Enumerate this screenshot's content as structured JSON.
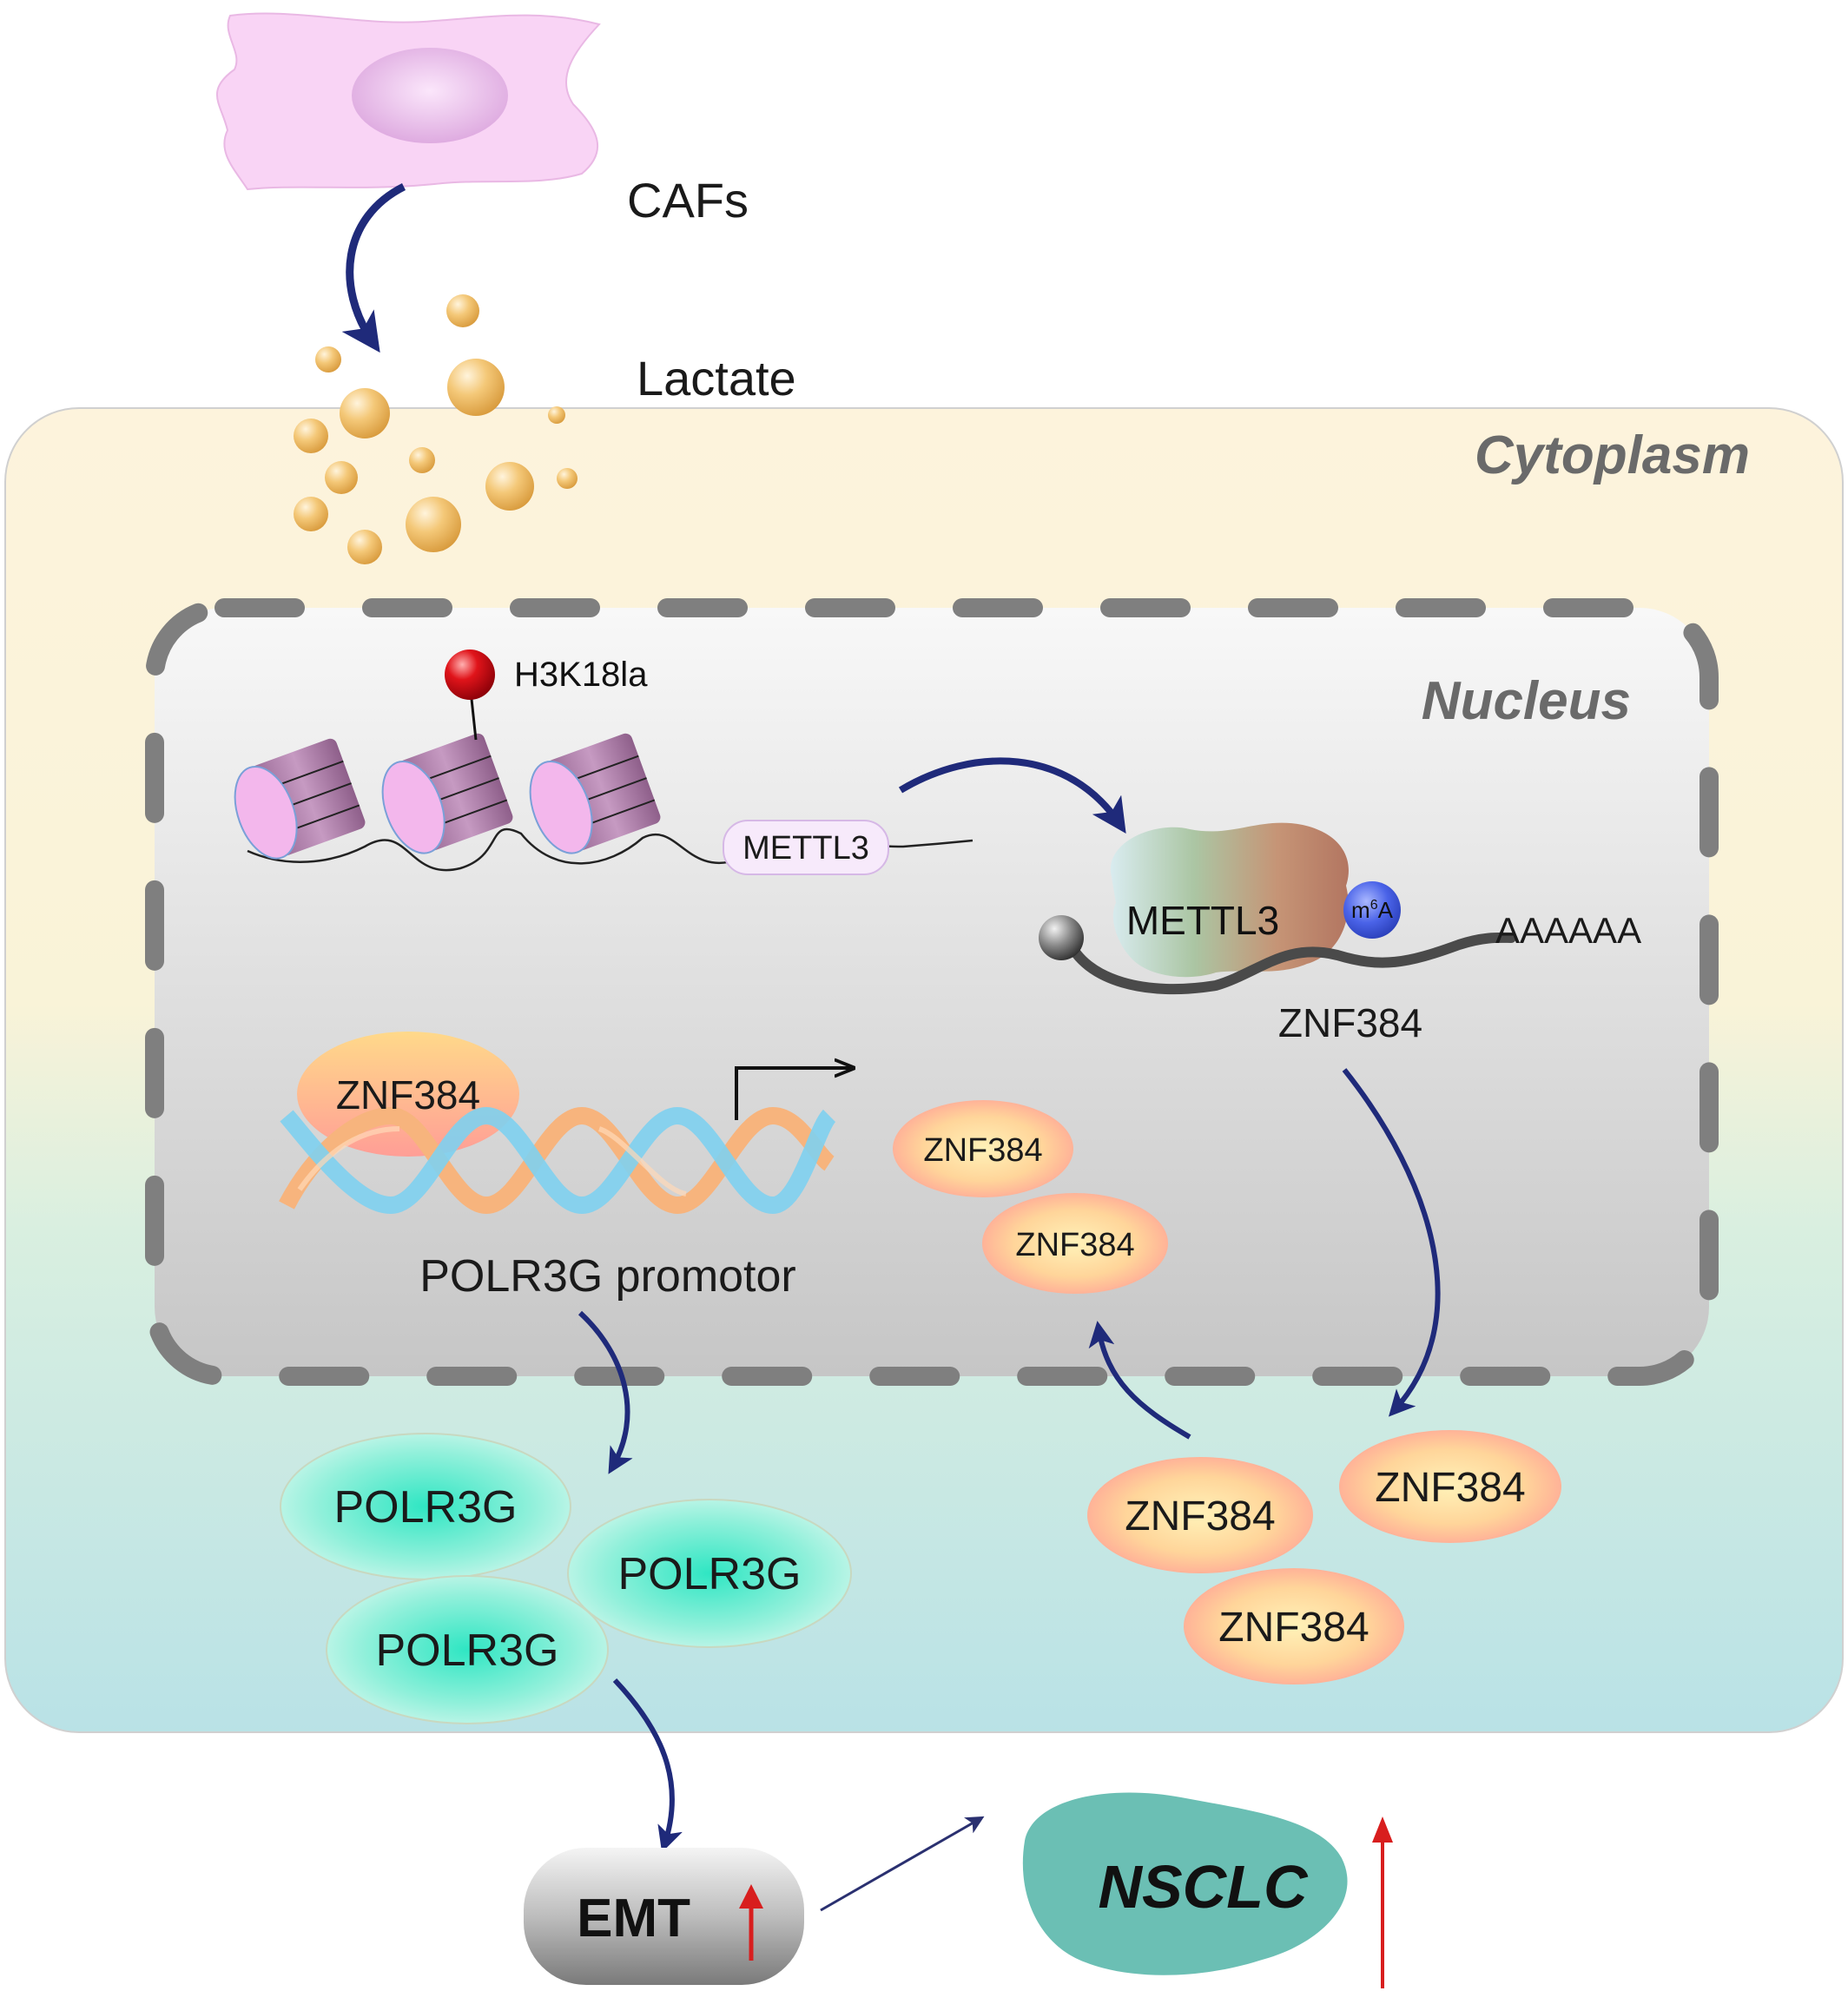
{
  "labels": {
    "cafs": "CAFs",
    "lactate": "Lactate",
    "cytoplasm": "Cytoplasm",
    "nucleus": "Nucleus",
    "h3k18la": "H3K18la",
    "mettl3_gene": "METTL3",
    "mettl3_protein": "METTL3",
    "m6a_main": "m",
    "m6a_sup": "6",
    "m6a_tail": "A",
    "polya": "AAAAAA",
    "znf384_mrna": "ZNF384",
    "znf384_promoter_bound": "ZNF384",
    "znf384_nuc_1": "ZNF384",
    "znf384_nuc_2": "ZNF384",
    "znf384_cyto_1": "ZNF384",
    "znf384_cyto_2": "ZNF384",
    "znf384_cyto_3": "ZNF384",
    "promoter": "POLR3G promotor",
    "polr3g_1": "POLR3G",
    "polr3g_2": "POLR3G",
    "polr3g_3": "POLR3G",
    "emt": "EMT",
    "nsclc": "NSCLC"
  },
  "colors": {
    "arrow": "#1f2a7a",
    "up_arrow": "#d81e1e",
    "cell_top": "#fdf3dc",
    "cell_bottom": "#b9e2e6",
    "nucleus_dash": "#7f7f7f",
    "caf_cell": "#f7cff2",
    "lactate": "#f0b24e",
    "histone": "#b98ab3",
    "h3k18la_ball": "#e0141a",
    "znf384": "#fbb78a",
    "polr3g": "#3ee6c6",
    "nsclc": "#6bbfb4",
    "m6a": "#3b5fe0"
  }
}
